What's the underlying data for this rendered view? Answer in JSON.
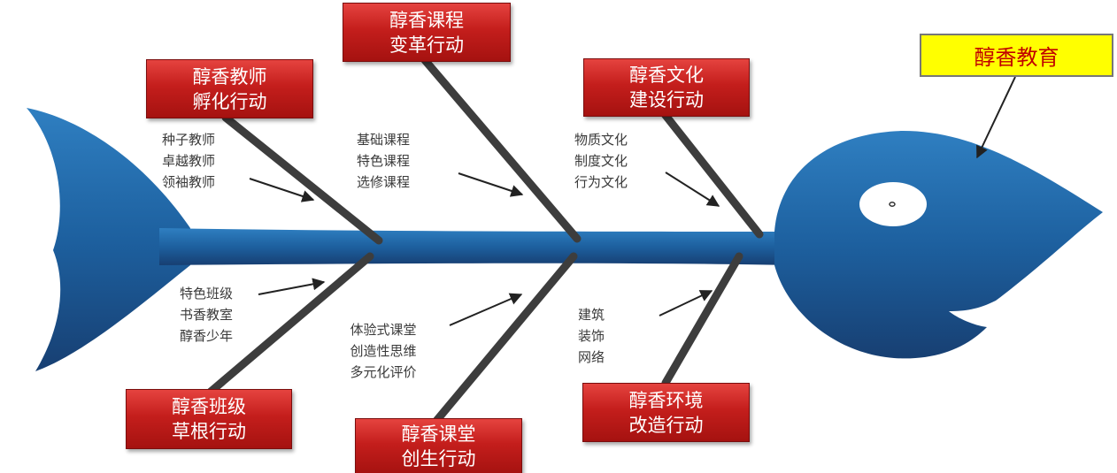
{
  "title": "醇香教育",
  "colors": {
    "fish": "#1f63a3",
    "bone": "#3a3a3a",
    "box": "#c41e1c",
    "title_bg": "#ffff00",
    "title_text": "#c00000"
  },
  "actions": [
    {
      "name": "teacher",
      "line1": "醇香教师",
      "line2": "孵化行动",
      "items": [
        "种子教师",
        "卓越教师",
        "领袖教师"
      ]
    },
    {
      "name": "curriculum",
      "line1": "醇香课程",
      "line2": "变革行动",
      "items": [
        "基础课程",
        "特色课程",
        "选修课程"
      ]
    },
    {
      "name": "culture",
      "line1": "醇香文化",
      "line2": "建设行动",
      "items": [
        "物质文化",
        "制度文化",
        "行为文化"
      ]
    },
    {
      "name": "class",
      "line1": "醇香班级",
      "line2": "草根行动",
      "items": [
        "特色班级",
        "书香教室",
        "醇香少年"
      ]
    },
    {
      "name": "classroom",
      "line1": "醇香课堂",
      "line2": "创生行动",
      "items": [
        "体验式课堂",
        "创造性思维",
        "多元化评价"
      ]
    },
    {
      "name": "environment",
      "line1": "醇香环境",
      "line2": "改造行动",
      "items": [
        "建筑",
        "装饰",
        "网络"
      ]
    }
  ]
}
